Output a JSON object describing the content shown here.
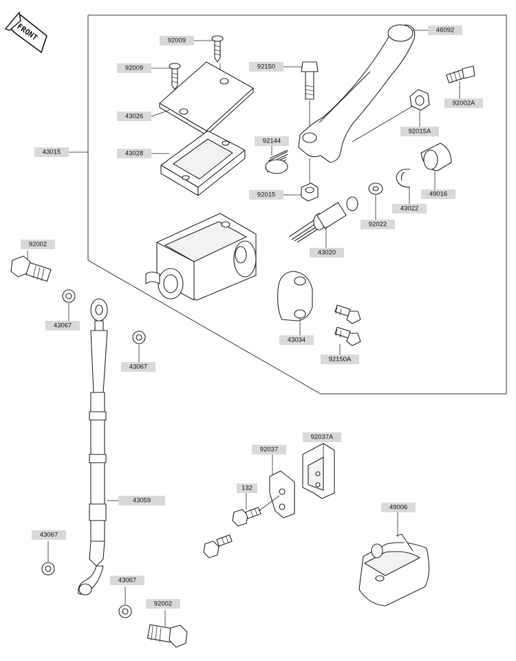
{
  "front_badge": {
    "text": "FRONT"
  },
  "labels": {
    "l46092": "46092",
    "l92009a": "92009",
    "l92009b": "92009",
    "l92150": "92150",
    "l92002A": "92002A",
    "l43026": "43026",
    "l92015A": "92015A",
    "l43015": "43015",
    "l43028": "43028",
    "l92144": "92144",
    "l49016": "49016",
    "l92015": "92015",
    "l43022": "43022",
    "l92022": "92022",
    "l43020": "43020",
    "l92002_top": "92002",
    "l43067_a": "43067",
    "l43067_b": "43067",
    "l43034": "43034",
    "l92150A": "92150A",
    "l92037A": "92037A",
    "l92037": "92037",
    "l43059": "43059",
    "l132": "132",
    "l49006": "49006",
    "l43067_c": "43067",
    "l43067_d": "43067",
    "l92002_bot": "92002"
  }
}
